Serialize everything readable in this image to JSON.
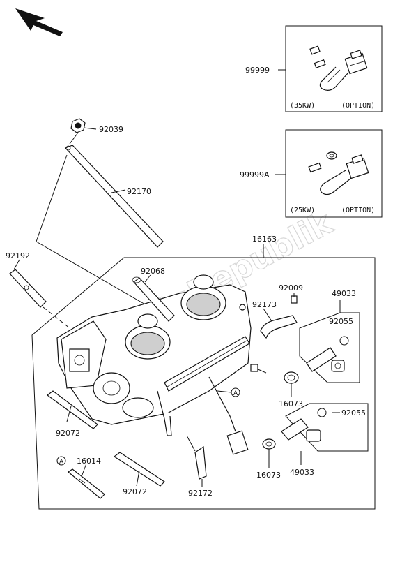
{
  "watermark": "PartsRepublik",
  "labels": {
    "l99999": "99999",
    "l99999A": "99999A",
    "l92039": "92039",
    "l92170": "92170",
    "l92192": "92192",
    "l16163": "16163",
    "l92068": "92068",
    "l92009": "92009",
    "l49033a": "49033",
    "l92173": "92173",
    "l92055a": "92055",
    "l16073a": "16073",
    "l92055b": "92055",
    "l16073b": "16073",
    "l49033b": "49033",
    "l92072a": "92072",
    "l16014": "16014",
    "l92072b": "92072",
    "l92172": "92172"
  },
  "insets": {
    "top_left": "(35KW)",
    "top_right": "(OPTION)",
    "bottom_left": "(25KW)",
    "bottom_right": "(OPTION)"
  },
  "reference_marker": "A",
  "icons": [
    "direction-arrow-icon",
    "reference-a-icon",
    "connector-icon",
    "bolt-icon"
  ]
}
